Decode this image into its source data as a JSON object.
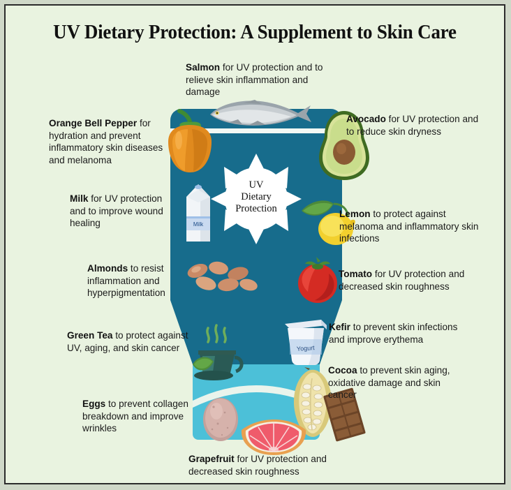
{
  "poster": {
    "title": "UV Dietary Protection: A Supplement to Skin Care",
    "background_color": "#e9f3e0",
    "border_color": "#2b2b2b",
    "center_label": "UV Dietary Protection",
    "center_label_lines": [
      "UV",
      "Dietary",
      "Protection"
    ],
    "bottle_body_color": "#176c8c",
    "bottle_base_color": "#4cc0d8",
    "sun_color": "#ffffff"
  },
  "callouts": [
    {
      "id": "salmon",
      "food": "Salmon",
      "text": " for UV protection and to relieve skin inflammation and damage",
      "icon": "salmon-icon"
    },
    {
      "id": "orange-bell-pepper",
      "food": "Orange Bell Pepper",
      "text": " for hydration and prevent inflammatory skin diseases and melanoma",
      "icon": "bell-pepper-icon"
    },
    {
      "id": "avocado",
      "food": "Avocado",
      "text": " for UV protection and to reduce skin dryness",
      "icon": "avocado-icon"
    },
    {
      "id": "milk",
      "food": "Milk",
      "text": " for UV protection and to improve wound healing",
      "icon": "milk-carton-icon",
      "icon_label": "Milk"
    },
    {
      "id": "lemon",
      "food": "Lemon",
      "text": " to protect against melanoma and inflammatory skin infections",
      "icon": "lemon-icon"
    },
    {
      "id": "almonds",
      "food": "Almonds",
      "text": " to resist inflammation and hyperpigmentation",
      "icon": "almonds-icon"
    },
    {
      "id": "tomato",
      "food": "Tomato",
      "text": " for UV protection and decreased skin roughness",
      "icon": "tomato-icon"
    },
    {
      "id": "green-tea",
      "food": "Green Tea",
      "text": " to protect against UV, aging, and skin cancer",
      "icon": "green-tea-cup-icon"
    },
    {
      "id": "kefir",
      "food": "Kefir",
      "text": " to prevent skin infections and improve erythema",
      "icon": "yogurt-cup-icon",
      "icon_label": "Yogurt"
    },
    {
      "id": "cocoa",
      "food": "Cocoa",
      "text": " to prevent skin aging, oxidative damage and skin cancer",
      "icon": "cocoa-pod-icon"
    },
    {
      "id": "eggs",
      "food": "Eggs",
      "text": " to prevent collagen breakdown and improve wrinkles",
      "icon": "egg-icon"
    },
    {
      "id": "grapefruit",
      "food": "Grapefruit",
      "text": " for UV protection and decreased skin roughness",
      "icon": "grapefruit-icon"
    }
  ]
}
